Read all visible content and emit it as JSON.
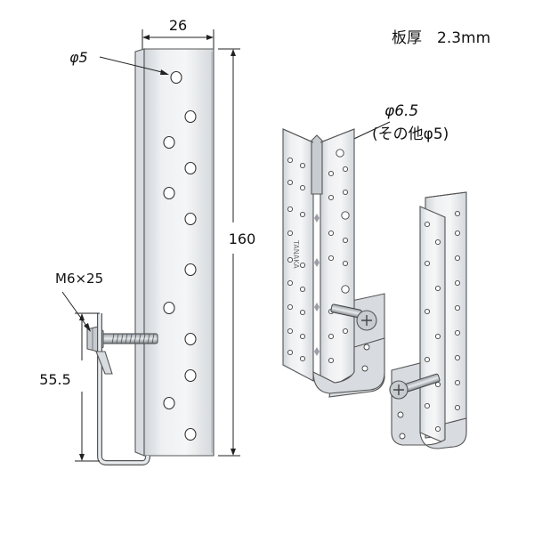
{
  "labels": {
    "plate_thickness": "板厚　2.3mm",
    "width_dim": "26",
    "height_dim": "160",
    "hole_small": "φ5",
    "hole_large": "φ6.5",
    "hole_other": "(その他φ5)",
    "bolt_spec": "M6×25",
    "hook_dim": "55.5"
  },
  "stamp_text": "TANAKA"
}
